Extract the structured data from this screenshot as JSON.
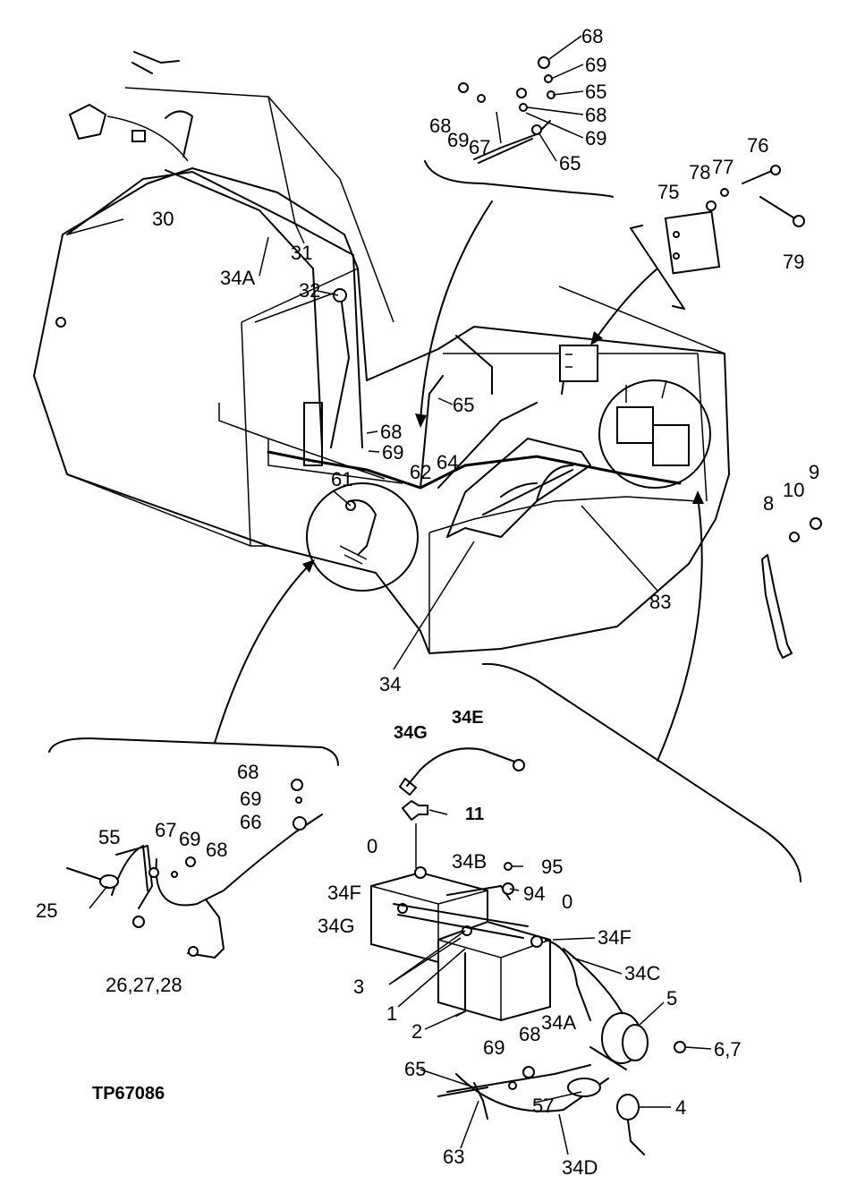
{
  "figure_id": "TP67086",
  "callouts": {
    "c68_top": "68",
    "c69_top": "69",
    "c65_top": "65",
    "c68_top2": "68",
    "c68_topL": "68",
    "c69_topL": "69",
    "c67_top": "67",
    "c69_top2": "69",
    "c65_top2": "65",
    "c76": "76",
    "c78": "78",
    "c77": "77",
    "c75": "75",
    "c79": "79",
    "c30": "30",
    "c31": "31",
    "c34A": "34A",
    "c32": "32",
    "c65_mid": "65",
    "c68_mid": "68",
    "c69_mid": "69",
    "c61": "61",
    "c62": "62",
    "c64": "64",
    "c83": "83",
    "c34": "34",
    "c8": "8",
    "c10": "10",
    "c9": "9",
    "c34G_top": "34G",
    "c34E": "34E",
    "c11": "11",
    "c68_ll": "68",
    "c69_ll": "69",
    "c66": "66",
    "c55": "55",
    "c67_ll": "67",
    "c69_ll2": "69",
    "c68_ll2": "68",
    "c25": "25",
    "c26": "26,27,28",
    "c0a": "0",
    "c34B": "34B",
    "c95": "95",
    "c34F_a": "34F",
    "c94": "94",
    "c34G_b": "34G",
    "c0b": "0",
    "c34F_b": "34F",
    "c34C": "34C",
    "c3": "3",
    "c1": "1",
    "c5": "5",
    "c2": "2",
    "c34A_b": "34A",
    "c69_b": "69",
    "c68_b": "68",
    "c67b": "6,7",
    "c65_b": "65",
    "c57": "57",
    "c4": "4",
    "c63": "63",
    "c34D": "34D"
  }
}
